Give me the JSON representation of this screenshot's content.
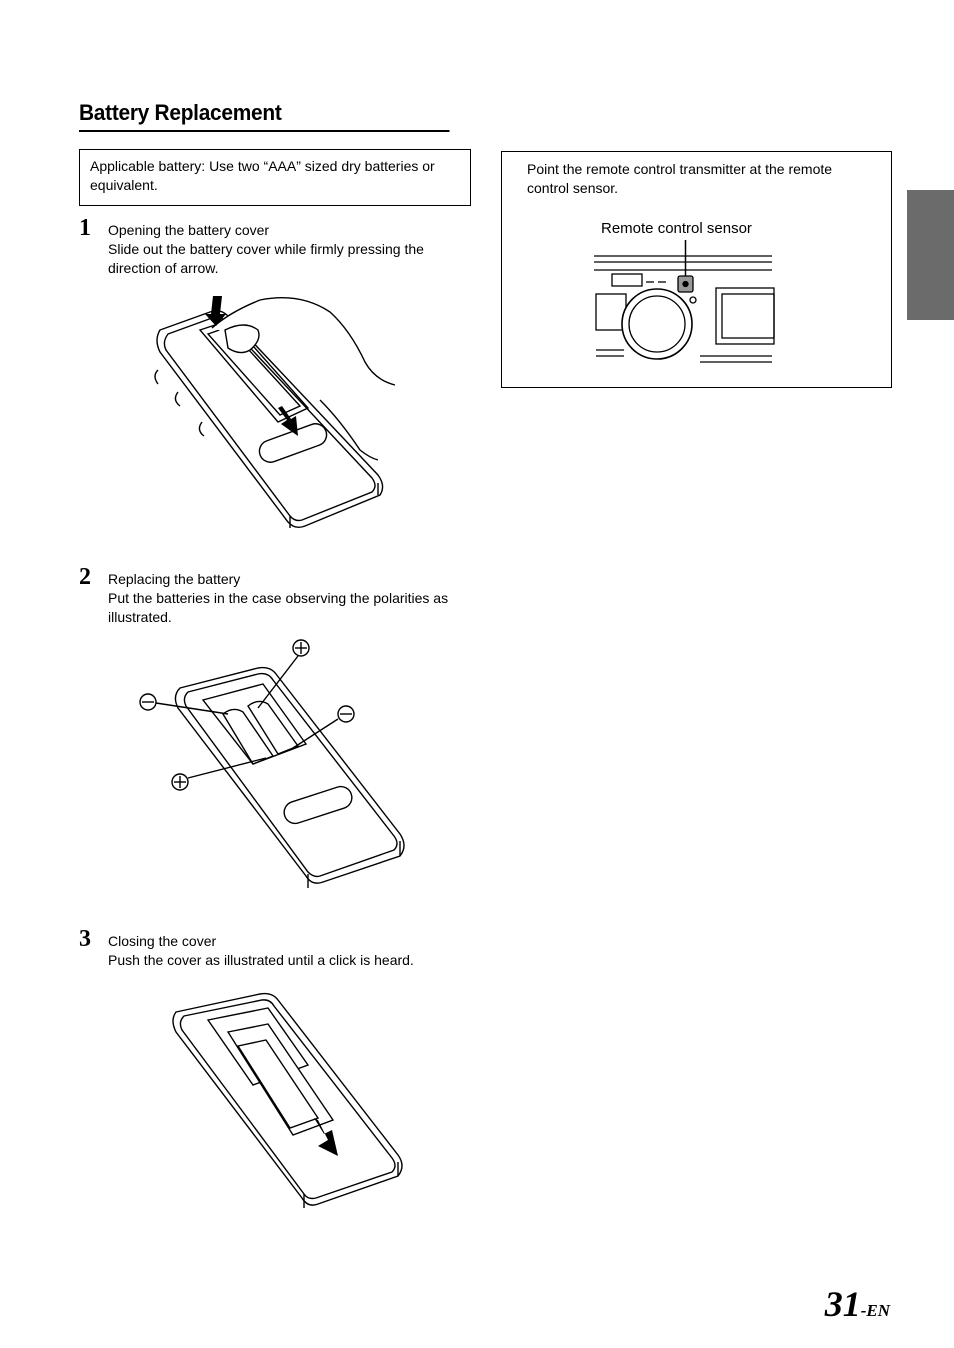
{
  "section": {
    "title": "Battery Replacement"
  },
  "applicable_note": "Applicable battery: Use two “AAA” sized dry batteries or equivalent.",
  "steps": [
    {
      "number": "1",
      "title": "Opening the battery cover",
      "lines": [
        "Slide out the battery cover while firmly pressing the",
        "direction of arrow."
      ]
    },
    {
      "number": "2",
      "title": "Replacing the battery",
      "lines": [
        "Put the batteries in the case observing the polarities as",
        "illustrated."
      ]
    },
    {
      "number": "3",
      "title": "Closing the cover",
      "lines": [
        "Push the cover as illustrated until a click is heard."
      ]
    }
  ],
  "remote_note": {
    "lines": [
      "Point the remote control transmitter at the remote",
      "control sensor."
    ],
    "sensor_label": "Remote control sensor"
  },
  "page": {
    "number": "31",
    "suffix": "-EN"
  },
  "colors": {
    "tab": "#6b6b6b",
    "ink": "#000000"
  }
}
